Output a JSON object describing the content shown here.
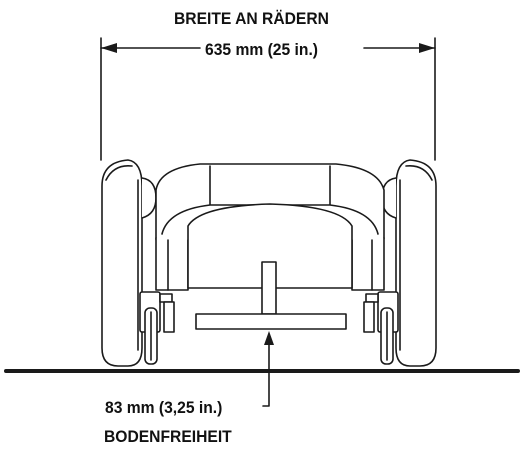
{
  "width_dimension": {
    "title": "BREITE AN RÄDERN",
    "value": "635 mm (25 in.)"
  },
  "clearance_dimension": {
    "value": "83 mm (3,25 in.)",
    "title": "BODENFREIHEIT"
  },
  "colors": {
    "line": "#1a1a1a",
    "fill": "#ffffff"
  }
}
